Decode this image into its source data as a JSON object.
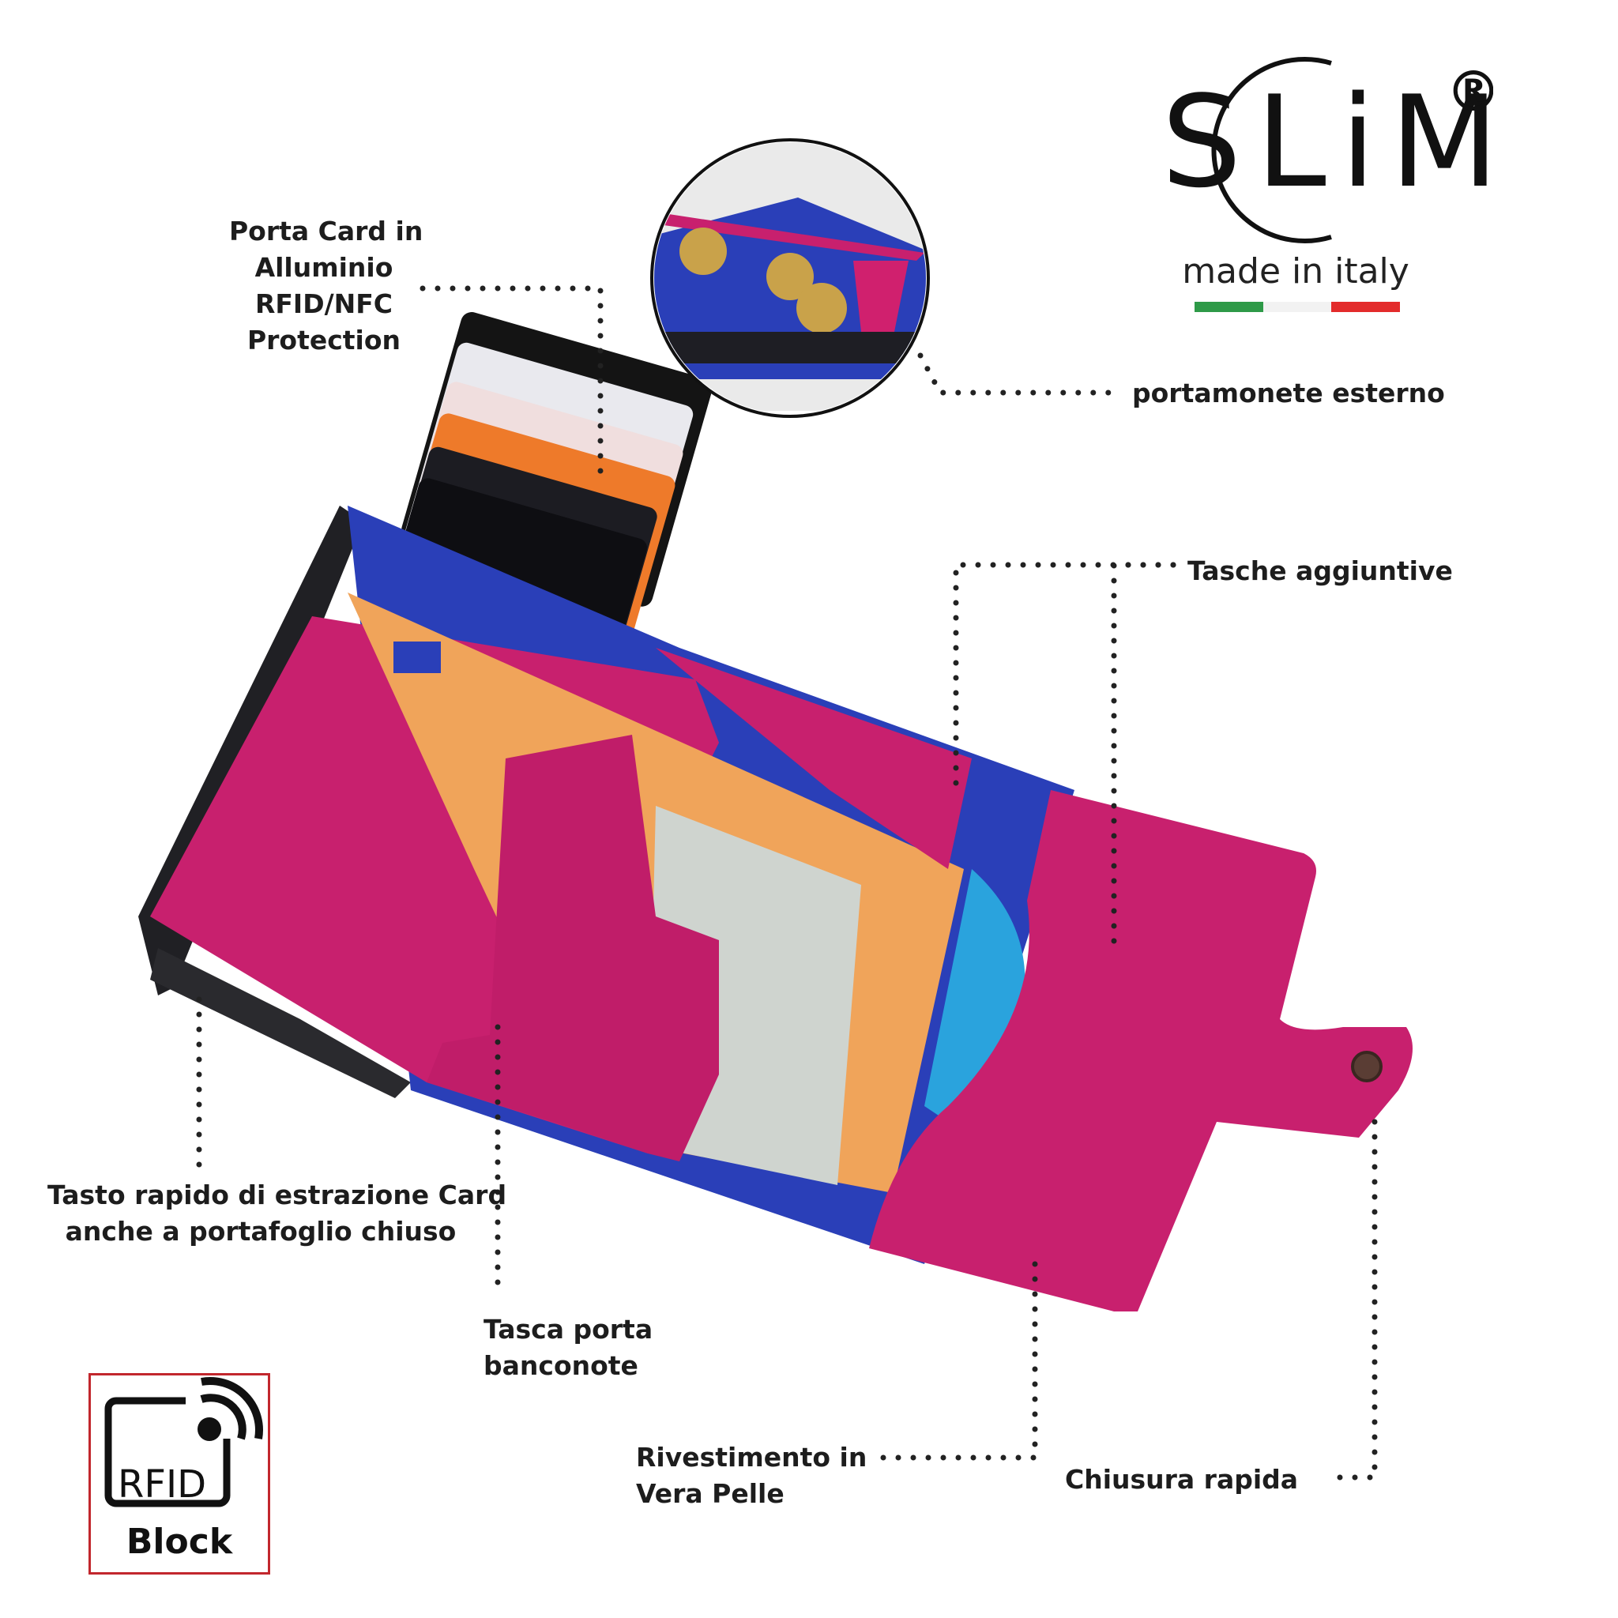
{
  "brand": {
    "logo_text": "SLiM",
    "registered_mark": "®",
    "tagline": "made in italy",
    "flag_colors": [
      "#2e9a48",
      "#f2f2f2",
      "#e32b2b"
    ]
  },
  "callouts": {
    "card_holder": [
      "Porta Card in",
      "Alluminio",
      "RFID/NFC",
      "Protection"
    ],
    "coin_purse": "portamonete esterno",
    "extra_pockets": "Tasche aggiuntive",
    "eject_button": [
      "Tasto rapido di estrazione Card",
      "anche a portafoglio chiuso"
    ],
    "banknote_pocket": [
      "Tasca porta",
      "banconote"
    ],
    "leather": [
      "Rivestimento in",
      "Vera Pelle"
    ],
    "clasp": "Chiusura rapida"
  },
  "badge": {
    "rfid": "RFID",
    "block": "Block",
    "border_color": "#c2272d"
  },
  "colors": {
    "leather_pink": "#c8206e",
    "lining_blue": "#2a3fb8",
    "banknote_orange": "#f0a45a"
  }
}
